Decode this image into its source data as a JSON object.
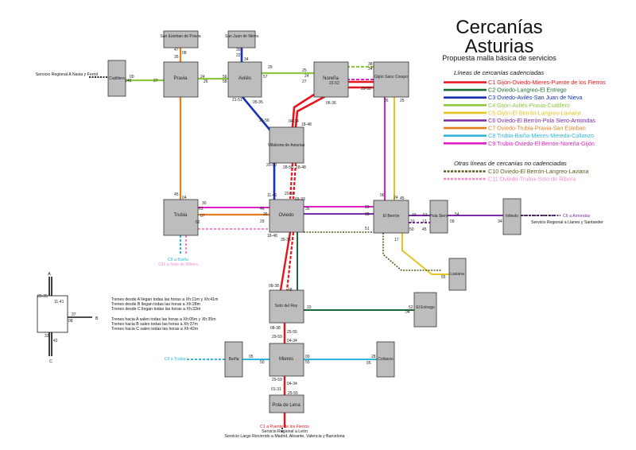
{
  "title_line1": "Cercanías",
  "title_line2": "Asturias",
  "subtitle": "Propuesta malla básica de servicios",
  "legend": {
    "heading_scheduled": "Líneas de cercanías cadenciadas",
    "heading_other": "Otras líneas de cercanías no cadenciadas",
    "lines": [
      {
        "label": "C1 Gijón-Oviedo-Mieres-Puente de los Fierros",
        "color": "#e8141c",
        "dashed": false
      },
      {
        "label": "C2 Oviedo-Langreo-El Entrego",
        "color": "#1a6b37",
        "dashed": false
      },
      {
        "label": "C3 Oviedo-Avilés-San Juan de Nieva",
        "color": "#1730b8",
        "dashed": false
      },
      {
        "label": "C4 Gijón-Avilés-Pravia-Cudillero",
        "color": "#8dc63f",
        "dashed": false
      },
      {
        "label": "C5 Gijón-El Berrón-Langreo-Laviana",
        "color": "#e6c31e",
        "dashed": false
      },
      {
        "label": "C6 Oviedo-El Berrón-Pola Siero-Arriondas",
        "color": "#7b2aa8",
        "dashed": false
      },
      {
        "label": "C7 Oviedo-Trubia-Pravia-San Esteban",
        "color": "#e87d1e",
        "dashed": false
      },
      {
        "label": "C8 Trubia-Baiña-Mieres-Mereda-Collanzo",
        "color": "#2fb6e0",
        "dashed": false
      },
      {
        "label": "C9 Trubia-Oviedo-El Berrón-Noreña-Gijón",
        "color": "#e01ec4",
        "dashed": false
      }
    ],
    "other_lines": [
      {
        "label": "C10 Oviedo-El Berrón-Langreo-Laviana",
        "color": "#5e5a1e"
      },
      {
        "label": "C11 Oviedo-Trubia-Soto de Ribera",
        "color": "#f08ccc"
      }
    ]
  },
  "stations": {
    "san_esteban": "San Esteban de Pravia",
    "san_juan": "San Juan de Nieva",
    "cudillero": "Cudillero",
    "pravia": "Pravia",
    "aviles": "Avilés",
    "norena": "Noreña",
    "gijon": "Gijón Sanz Crespo",
    "villabona": "Villabona de Asturias",
    "trubia": "Trubia",
    "oviedo": "Oviedo",
    "el_berron": "El Berrón",
    "pola_siero": "Pola Siero",
    "infiesto": "Infiesto",
    "laviana": "Laviana",
    "soto_rey": "Soto del Rey",
    "el_entrego": "El Entrego",
    "baina": "Baíña",
    "mieres": "Mieres",
    "collanzo": "Collanzo",
    "pola_lena": "Pola de Lena"
  },
  "notes": {
    "servicio_regional_w": "Servicio Regional A Navia y Ferrol",
    "c6_arriondas": "C6 a Arriondas",
    "servicio_regional_e": "Servicio Regional a Llanes y Santander",
    "c8_baina": "C8 a Baíña",
    "c11_soto": "C11 a Soto de Ribera",
    "c8_trubia": "C8 a Trubia",
    "c1_fierros": "C1 a Puente de los Fierros",
    "servicio_regional_leon": "Servicio Regional a León",
    "servicio_largo": "Servicio Largo Recorrido a Madrid, Alicante, Valencia y Barcelona"
  },
  "key": {
    "a": "A",
    "b": "B",
    "c": "C",
    "t_a_top": "05-35",
    "t_a_right": "11-41",
    "t_b_top": "37",
    "t_b_bottom": "08",
    "t_c_left": "33",
    "t_c_right": "42",
    "info": [
      "Trenes desde A llegan todas las horas a Xh:11m y Xh:41m",
      "Trenes desde B llegan todas las horas a Xh:28m",
      "Trenes desde C llegan todas las horas a Xh:33m",
      "Trenes hacia A salen todas las horas a Xh:05m y Xh:35m",
      "Trenes hacia B salen todas las horas a Xh:37m",
      "Trenes hacia C salen todas las horas a Xh:42m"
    ]
  },
  "times": {
    "se1": "47",
    "se2": "08",
    "se3": "35",
    "sj1": "30",
    "sj2": "22",
    "sj3": "34",
    "cu1": "00",
    "cu2": "146",
    "pr1": "27",
    "pr2": "24",
    "pr3": "26",
    "pr4": "56",
    "av1": "58",
    "av2": "57",
    "av3": "21-51",
    "av4": "05-35",
    "av5": "27",
    "no1": "29",
    "no2": "25",
    "no3": "24",
    "no4": "27",
    "no5": "22-52",
    "no6": "06-36",
    "gi1": "38",
    "gi2": "34",
    "gi3": "28-58",
    "gi4": "26-56",
    "gi5": "26",
    "gi6": "25",
    "vi1": "26-56",
    "vi2": "04-34",
    "vi3": "18-48",
    "vi4": "20-50",
    "vi5": "28-58",
    "vi6": "06",
    "vi7": "28-58",
    "vi8": "18-48",
    "tr1": "45",
    "tr2": "04",
    "tr3": "30",
    "tr4": "63",
    "tr5": "07",
    "tr6": "62",
    "ov1": "11-41",
    "ov2": "20-50",
    "ov3": "03-33",
    "ov4": "46",
    "ov5": "26",
    "ov6": "29",
    "ov7": "18-48",
    "ov8": "35-35",
    "ov9": "22",
    "ov10": "35",
    "eb1": "06",
    "eb2": "24",
    "eb3": "45",
    "eb4": "25",
    "eb5": "29",
    "eb6": "28",
    "eb7": "49",
    "eb8": "10",
    "eb9": "51",
    "ps1": "53",
    "ps2": "54",
    "ps3": "13",
    "ps4": "09",
    "ps5": "50",
    "ps6": "45",
    "in1": "36",
    "in2": "34",
    "la1": "17",
    "la2": "55",
    "sr1": "08-38",
    "sr2": "27-57",
    "sr3": "48",
    "sr4": "33",
    "sr5": "22",
    "sr6": "08-38",
    "sr7": "25-55",
    "en1": "52",
    "en2": "04",
    "ba1": "05",
    "ba2": "50",
    "mi1": "29-59",
    "mi2": "04-34",
    "mi3": "00",
    "mi4": "55",
    "mi5": "29-59",
    "mi6": "04-34",
    "co1": "05",
    "co2": "28",
    "pl1": "01-31",
    "pl2": "25-55"
  }
}
